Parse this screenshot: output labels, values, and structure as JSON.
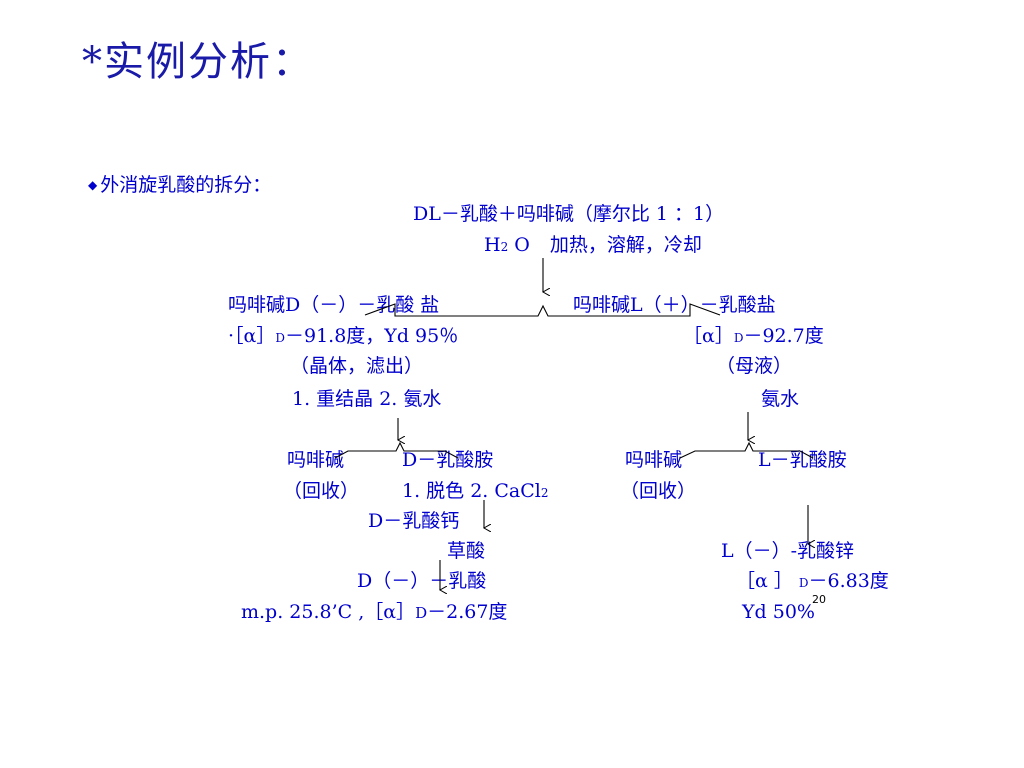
{
  "slide": {
    "title": "*实例分析：",
    "page_number": "20"
  },
  "bullet": {
    "text": "外消旋乳酸的拆分："
  },
  "flow": {
    "start": "DL－乳酸＋吗啡碱（摩尔比  1  ：1）",
    "cond_h": "H",
    "cond_sub2": "2",
    "cond_o": " O",
    "cond_text": "加热，溶解，冷却",
    "left_salt": "吗啡碱D（－）－乳酸 盐",
    "right_salt": "吗啡碱L（＋）－乳酸盐",
    "left_rot_a": "·［α］",
    "left_rot_sub": "D",
    "left_rot_b": "－91.8度，Yd 95％",
    "right_rot_a": "［α］",
    "right_rot_sub": "D",
    "right_rot_b": "－92.7度",
    "left_state": "（晶体，滤出）",
    "right_state": "（母液）",
    "left_steps": "1. 重结晶  2. 氨水",
    "right_step": "氨水",
    "left_recover_name": "吗啡碱",
    "left_recover_tag": "（回收）",
    "left_product": "D－乳酸胺",
    "left_product_steps_a": "1. 脱色    2. CaCl",
    "left_product_steps_sub": "2",
    "right_recover_name": "吗啡碱",
    "right_recover_tag": "（回收）",
    "right_product": "L－乳酸胺",
    "calcium_salt": "D－乳酸钙",
    "oxalic": "草酸",
    "final_left": "D（－）－乳酸",
    "final_left_props_a": "m.p.  25.8’C ,［α］",
    "final_left_props_sub": "D",
    "final_left_props_b": "－2.67度",
    "zinc_salt": "L（－）-乳酸锌",
    "zinc_rot_a": "［α ］",
    "zinc_rot_sub": "D",
    "zinc_rot_b": "－6.83度",
    "zinc_yield": "Yd  50%"
  },
  "colors": {
    "text": "#0000cc",
    "title": "#1a1aa8",
    "background": "#ffffff",
    "lines": "#000000"
  }
}
